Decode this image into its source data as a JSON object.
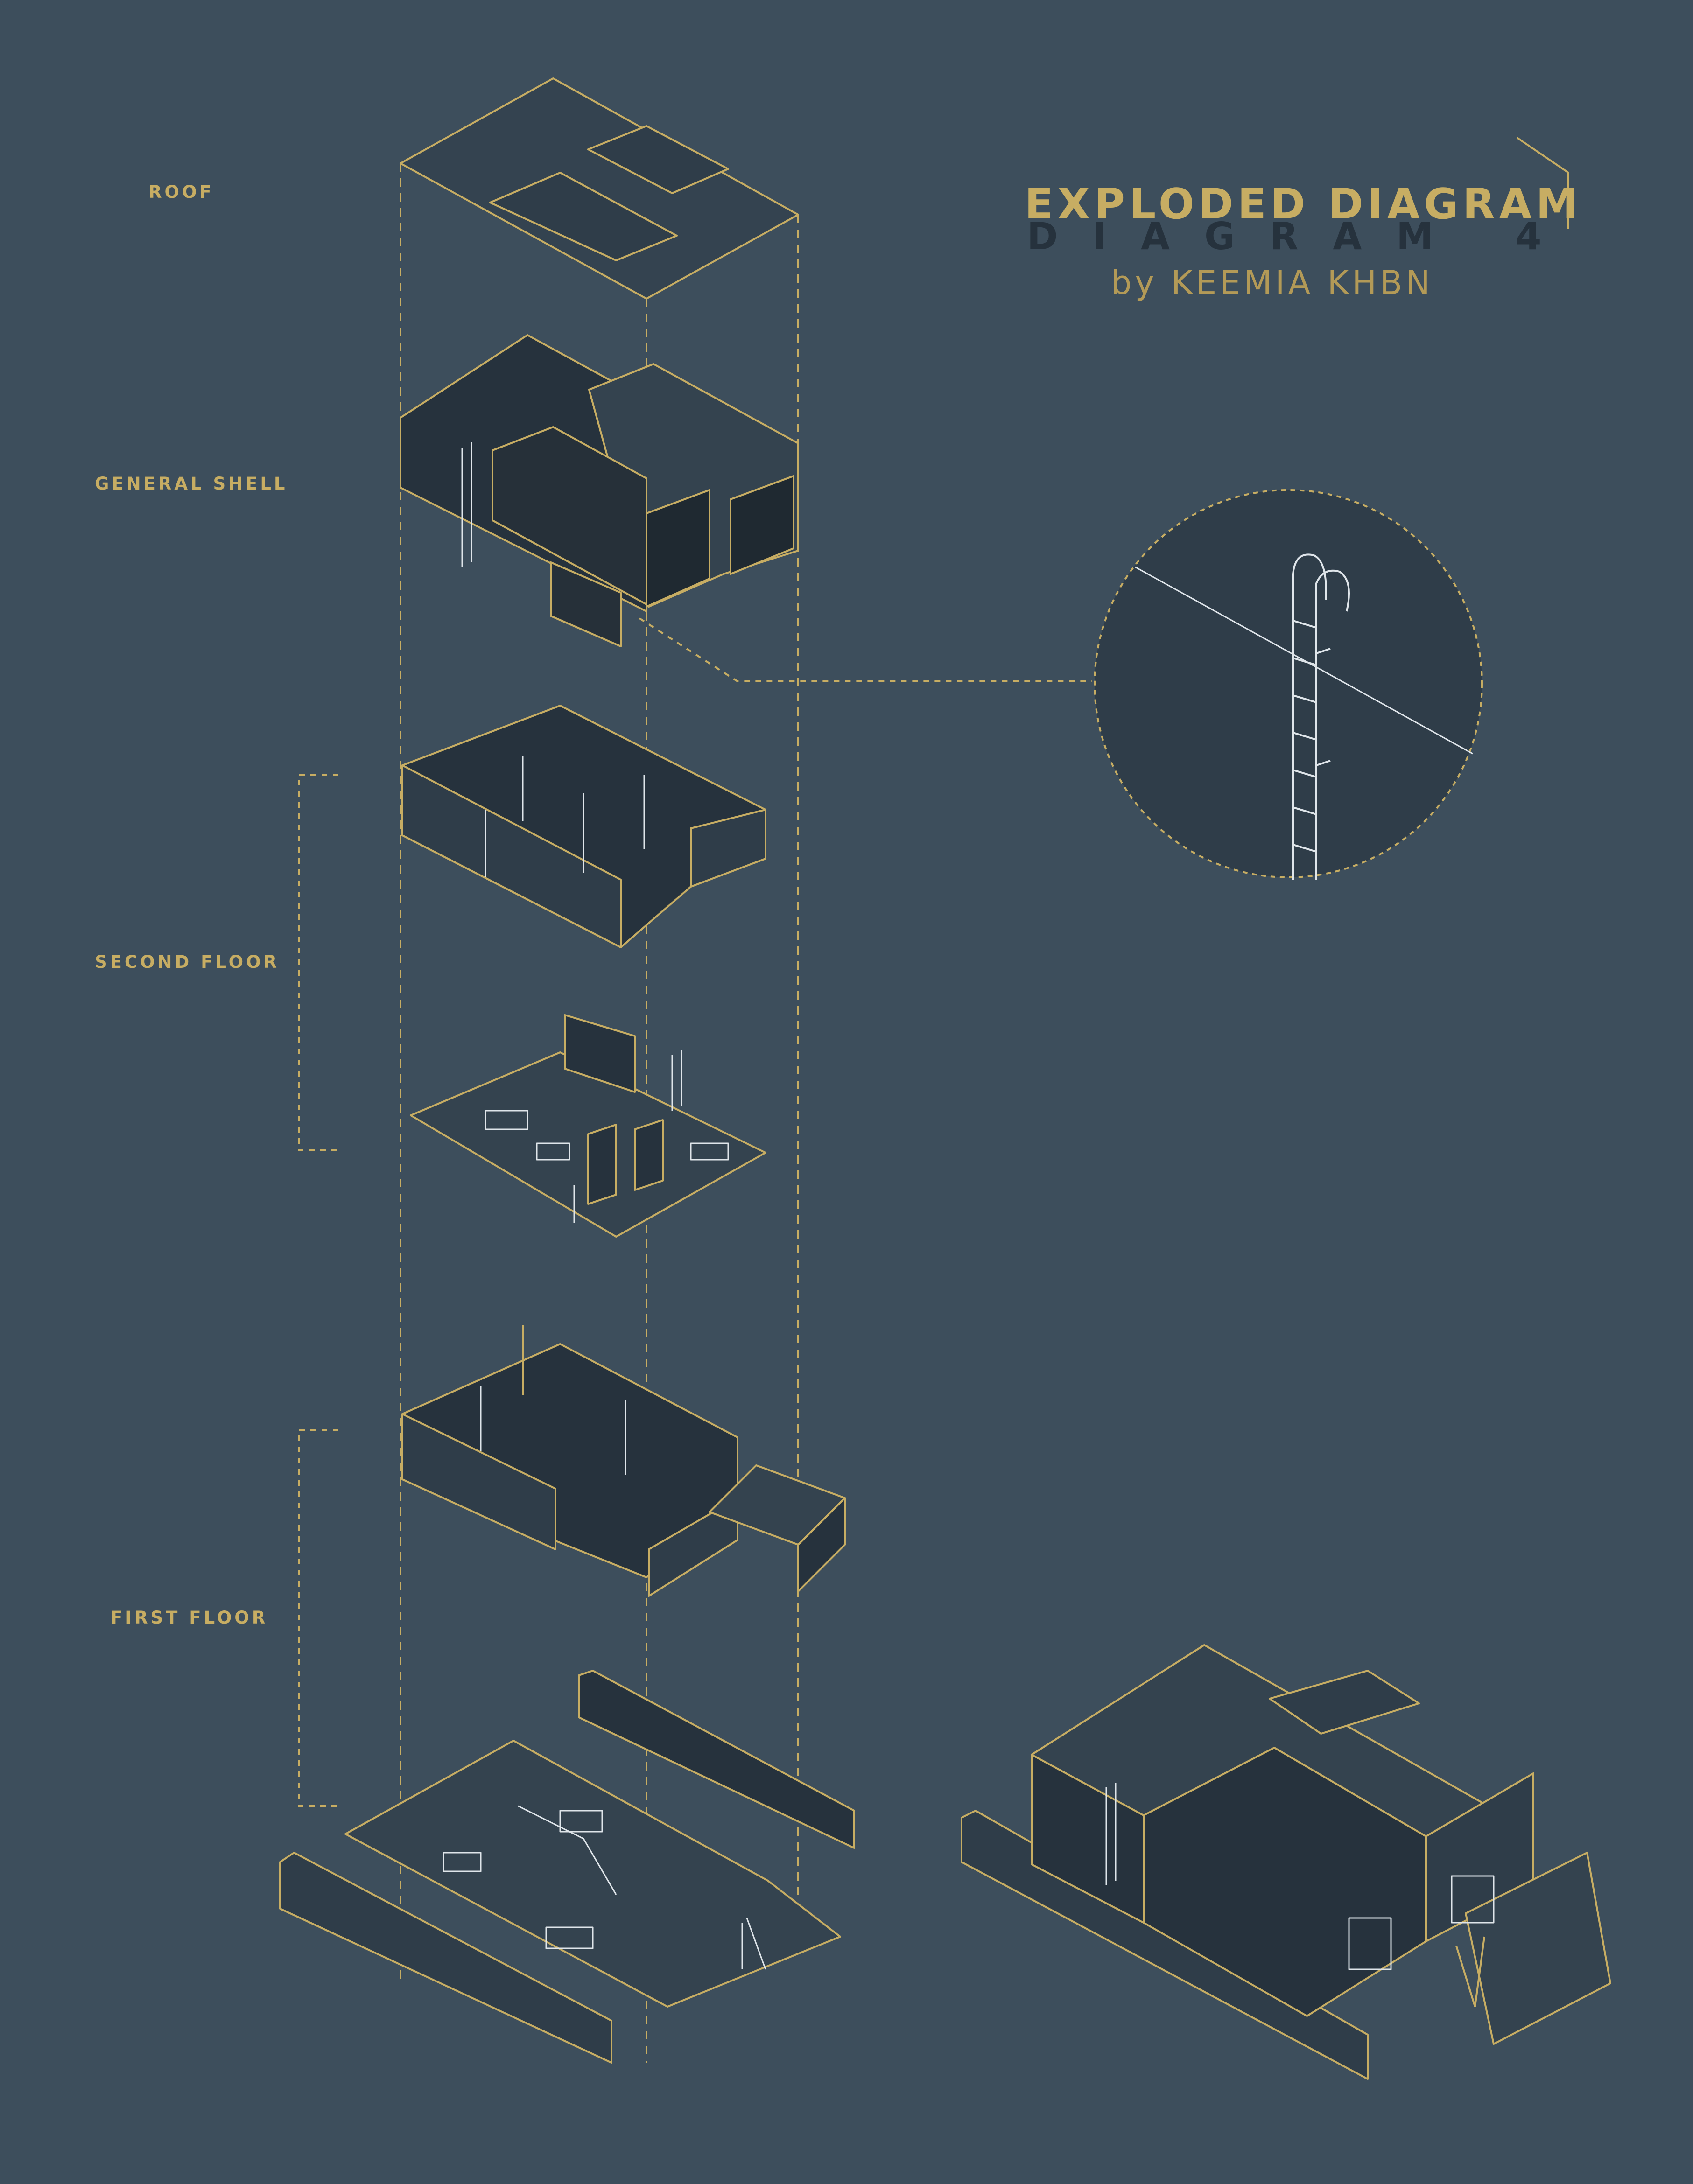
{
  "title": {
    "line1": "EXPLODED DIAGRAM",
    "line2": "DIAGRAM 4",
    "byline": "by KEEMIA KHBN"
  },
  "layers": {
    "roof": "ROOF",
    "general_shell": "GENERAL SHELL",
    "second_floor": "SECOND FLOOR",
    "first_floor": "FIRST FLOOR"
  },
  "colors": {
    "background": "#3d4e5c",
    "line_gold": "#c7ad63",
    "face_dark": "#2f3d49",
    "face_mid": "#34434f",
    "detail_white": "#dfe5ea"
  },
  "icons": {
    "ladder_detail": "ladder-detail-icon"
  }
}
